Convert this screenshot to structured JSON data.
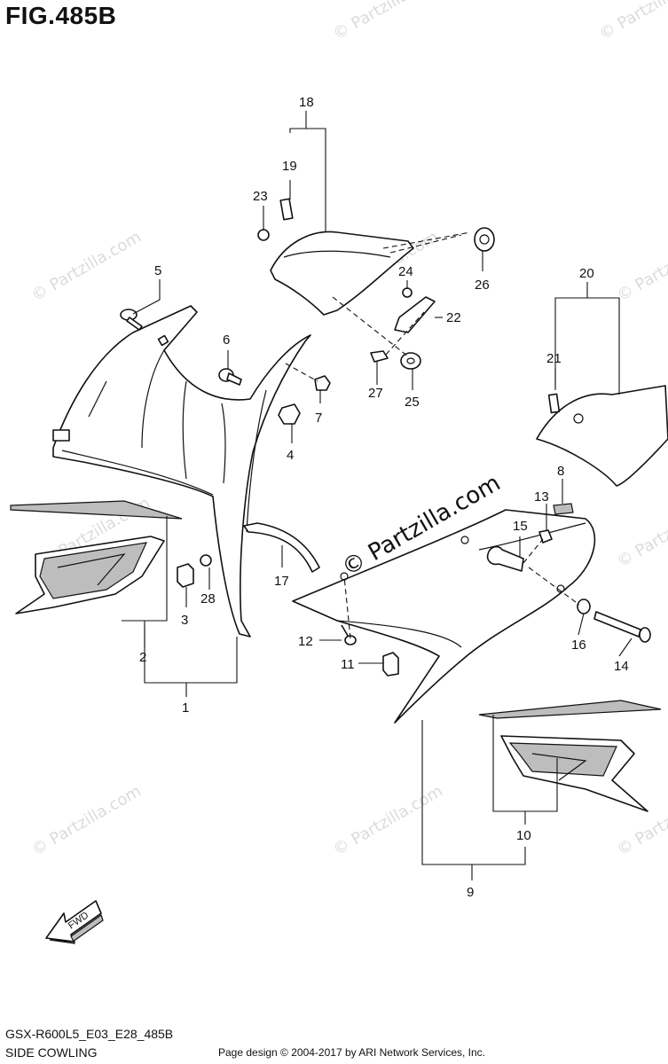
{
  "figure": {
    "title": "FIG.485B",
    "model_code": "GSX-R600L5_E03_E28_485B",
    "section_name": "SIDE COWLING",
    "copyright": "Page design © 2004-2017 by ARI Network Services, Inc.",
    "watermark": "© Partzilla.com",
    "watermark_center": "© Partzilla.com",
    "fwd_label": "FWD"
  },
  "callouts": {
    "c1": "1",
    "c2": "2",
    "c3": "3",
    "c4": "4",
    "c5": "5",
    "c6": "6",
    "c7": "7",
    "c8": "8",
    "c9": "9",
    "c10": "10",
    "c11": "11",
    "c12": "12",
    "c13": "13",
    "c14": "14",
    "c15": "15",
    "c16": "16",
    "c17": "17",
    "c18": "18",
    "c19": "19",
    "c20": "20",
    "c21": "21",
    "c22": "22",
    "c23": "23",
    "c24": "24",
    "c25": "25",
    "c26": "26",
    "c27": "27",
    "c28": "28"
  },
  "colors": {
    "ink": "#111111",
    "watermark": "#9a9a9a",
    "decal_shade": "#bdbdbd"
  }
}
